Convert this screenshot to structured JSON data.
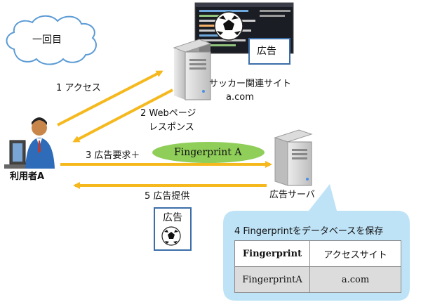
{
  "cloud": {
    "text": "一回目"
  },
  "steps": {
    "access": "1 アクセス",
    "response_line1": "2 Webページ",
    "response_line2": "レスポンス",
    "ad_request": "3 広告要求＋",
    "fingerprint": "Fingerprint A",
    "ad_provide": "5 広告提供"
  },
  "site": {
    "name": "サッカー関連サイト",
    "domain": "a.com",
    "ad_label": "広告"
  },
  "user": {
    "label": "利用者A"
  },
  "ad_server": {
    "label": "広告サーバ"
  },
  "ad_box": {
    "label": "広告"
  },
  "callout": {
    "title": "4 Fingerprintをデータベースを保存",
    "table": {
      "headers": [
        "Fingerprint",
        "アクセスサイト"
      ],
      "rows": [
        [
          "FingerprintA",
          "a.com"
        ]
      ]
    }
  },
  "colors": {
    "arrow": "#F5B91E",
    "ellipse": "#8FCE59",
    "callout_bg": "#BFE3F6",
    "cloud_stroke": "#5B9BD5",
    "ad_border": "#3B6EA8"
  }
}
